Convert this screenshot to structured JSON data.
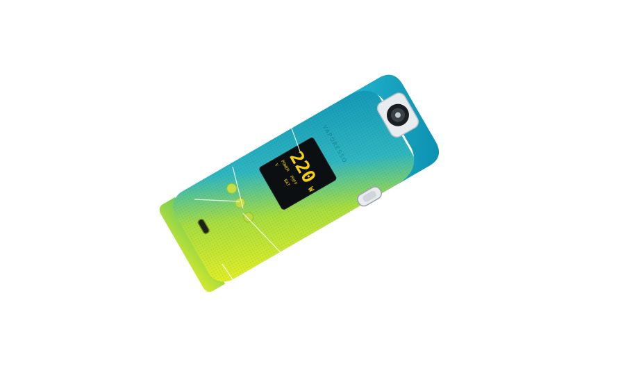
{
  "product": {
    "brand_text": "VAPORESSO",
    "screen": {
      "wattage": "220",
      "unit": "W",
      "mode": "POWER",
      "puffs": "PUFF",
      "voltage": "V",
      "battery": "BAT"
    }
  },
  "colors": {
    "body_teal": "#1aa9c2",
    "body_lime": "#d8ec2a",
    "screen_text": "#f6d10c",
    "screen_bg": "#0b0f12"
  }
}
